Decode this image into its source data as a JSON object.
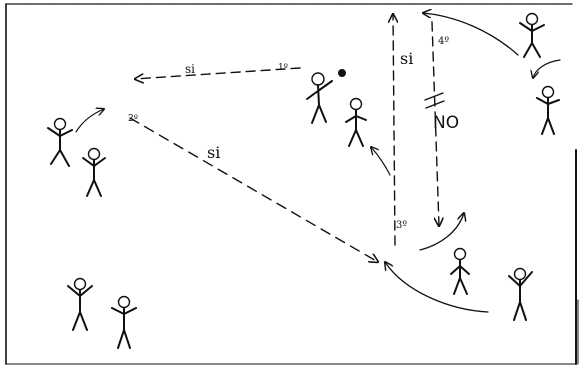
{
  "labels": {
    "pass_top": "si",
    "order_1": "1º",
    "order_2": "2º",
    "pass_diagonal": "si",
    "pass_vertical": "si",
    "order_4": "4º",
    "forbidden_pass": "NO",
    "order_3": "3º"
  },
  "colors": {
    "ink": "#111111",
    "paper": "#ffffff",
    "court_line": "#222222"
  }
}
